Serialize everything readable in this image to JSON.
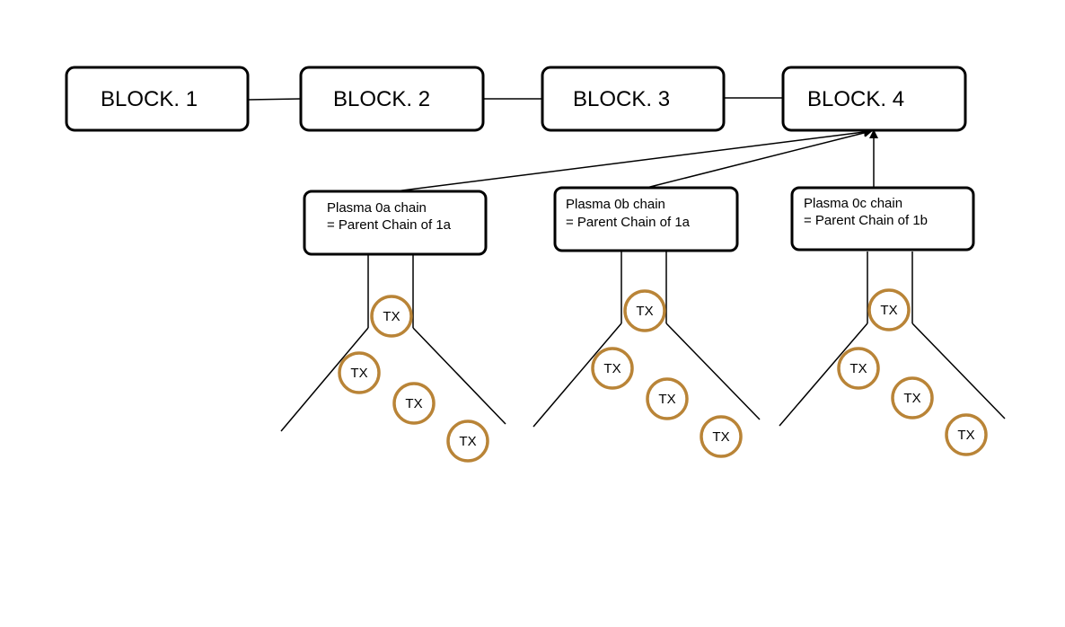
{
  "colors": {
    "tx_ring": "#b98437",
    "stroke": "#000000",
    "background": "#ffffff"
  },
  "blocks": [
    {
      "label": "BLOCK. 1"
    },
    {
      "label": "BLOCK. 2"
    },
    {
      "label": "BLOCK. 3"
    },
    {
      "label": "BLOCK. 4"
    }
  ],
  "plasma_chains": [
    {
      "line1": "Plasma  0a chain",
      "line2": "= Parent Chain of 1a"
    },
    {
      "line1": "Plasma  0b chain",
      "line2": "= Parent Chain of 1a"
    },
    {
      "line1": "Plasma  0c chain",
      "line2": "= Parent Chain of 1b"
    }
  ],
  "tx_label": "TX"
}
